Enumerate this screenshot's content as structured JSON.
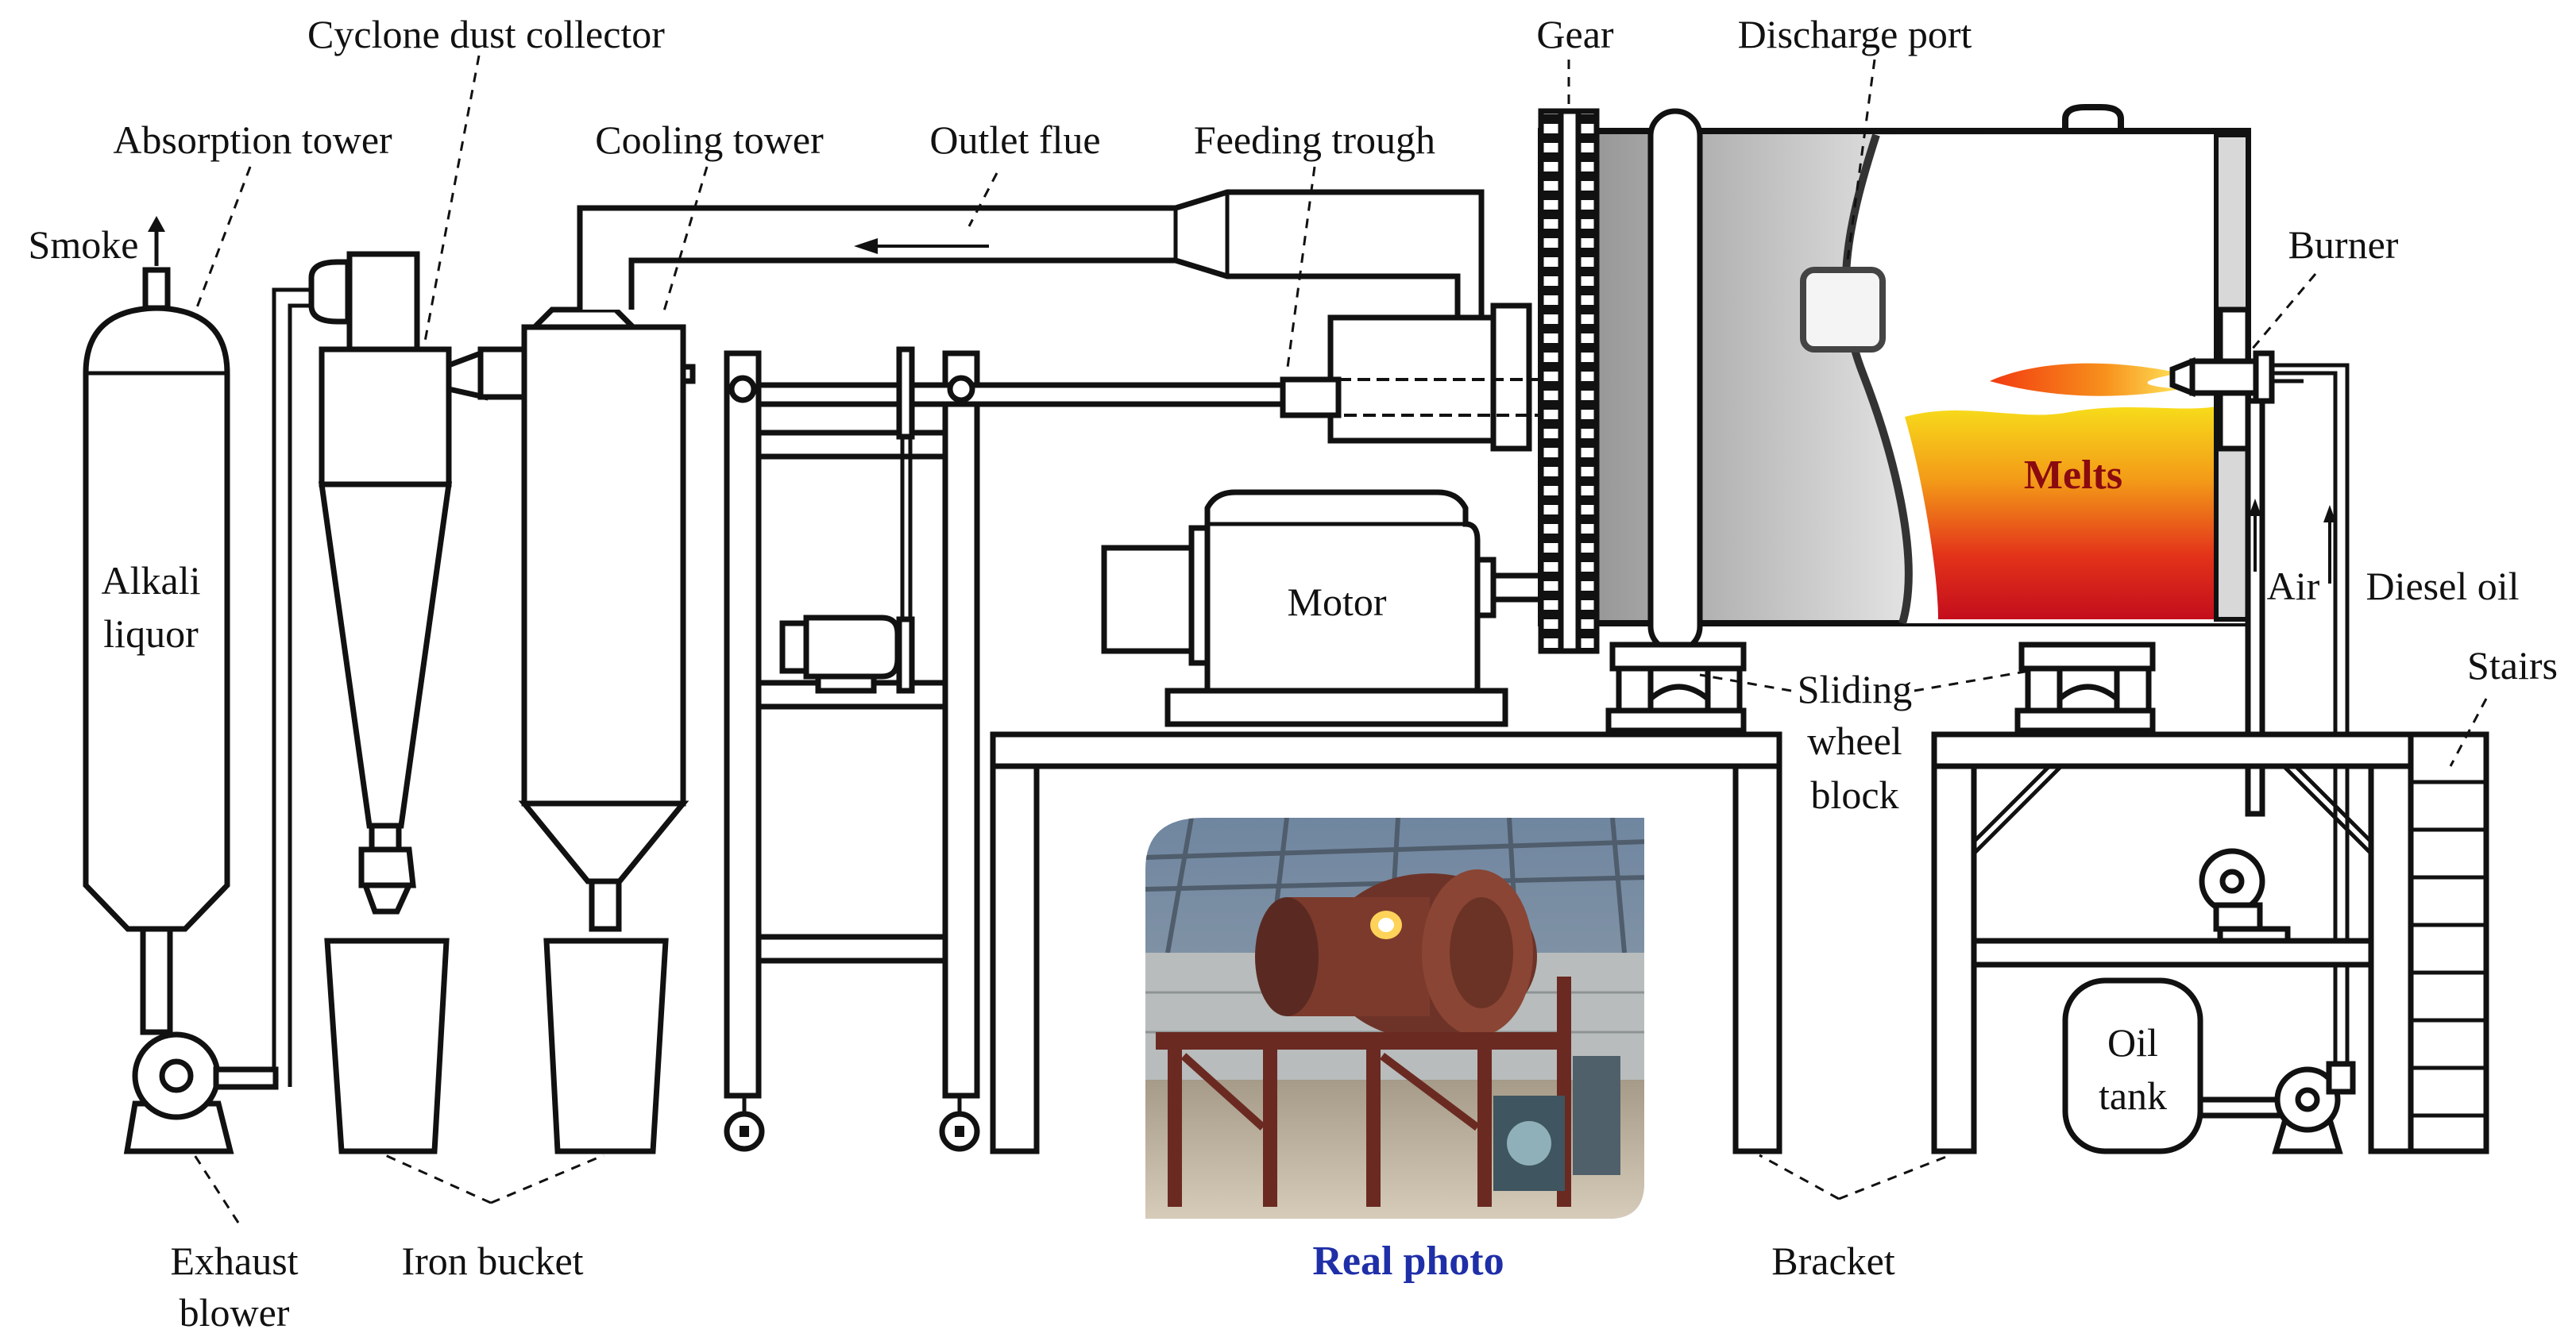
{
  "labels": {
    "cyclone_dust_collector": "Cyclone dust collector",
    "absorption_tower": "Absorption tower",
    "cooling_tower": "Cooling tower",
    "outlet_flue": "Outlet flue",
    "feeding_trough": "Feeding trough",
    "gear": "Gear",
    "discharge_port": "Discharge port",
    "burner": "Burner",
    "smoke": "Smoke",
    "alkali_liquor_line1": "Alkali",
    "alkali_liquor_line2": "liquor",
    "motor": "Motor",
    "melts": "Melts",
    "air": "Air",
    "diesel_oil": "Diesel oil",
    "stairs": "Stairs",
    "sliding_wheel_block_line1": "Sliding",
    "sliding_wheel_block_line2": "wheel",
    "sliding_wheel_block_line3": "block",
    "oil_tank_line1": "Oil",
    "oil_tank_line2": "tank",
    "exhaust_blower_line1": "Exhaust",
    "exhaust_blower_line2": "blower",
    "iron_bucket": "Iron bucket",
    "real_photo": "Real photo",
    "bracket": "Bracket"
  },
  "colors": {
    "real_photo_label": "#1f2fa8",
    "melt_top": "#f7d21a",
    "melt_bottom": "#d0101a",
    "drum_dark": "#8a8a8a",
    "drum_light": "#f2f2f2",
    "flame": "#f05a14"
  }
}
